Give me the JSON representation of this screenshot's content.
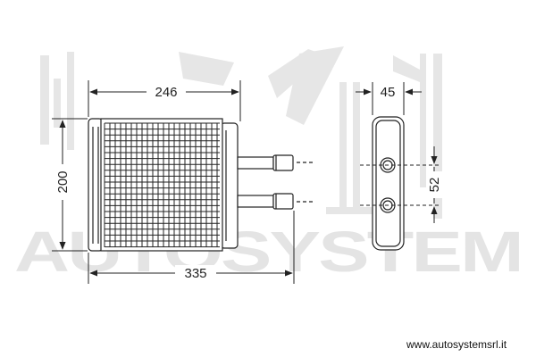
{
  "watermark": {
    "text": "AUTOSYSTEM"
  },
  "footer": {
    "url": "www.autosystemsrl.it"
  },
  "dimensions": {
    "top_width": "246",
    "height": "200",
    "total_width": "335",
    "depth": "45",
    "pipe_spacing": "52"
  },
  "colors": {
    "line": "#222222",
    "watermark": "#e4e4e4"
  }
}
